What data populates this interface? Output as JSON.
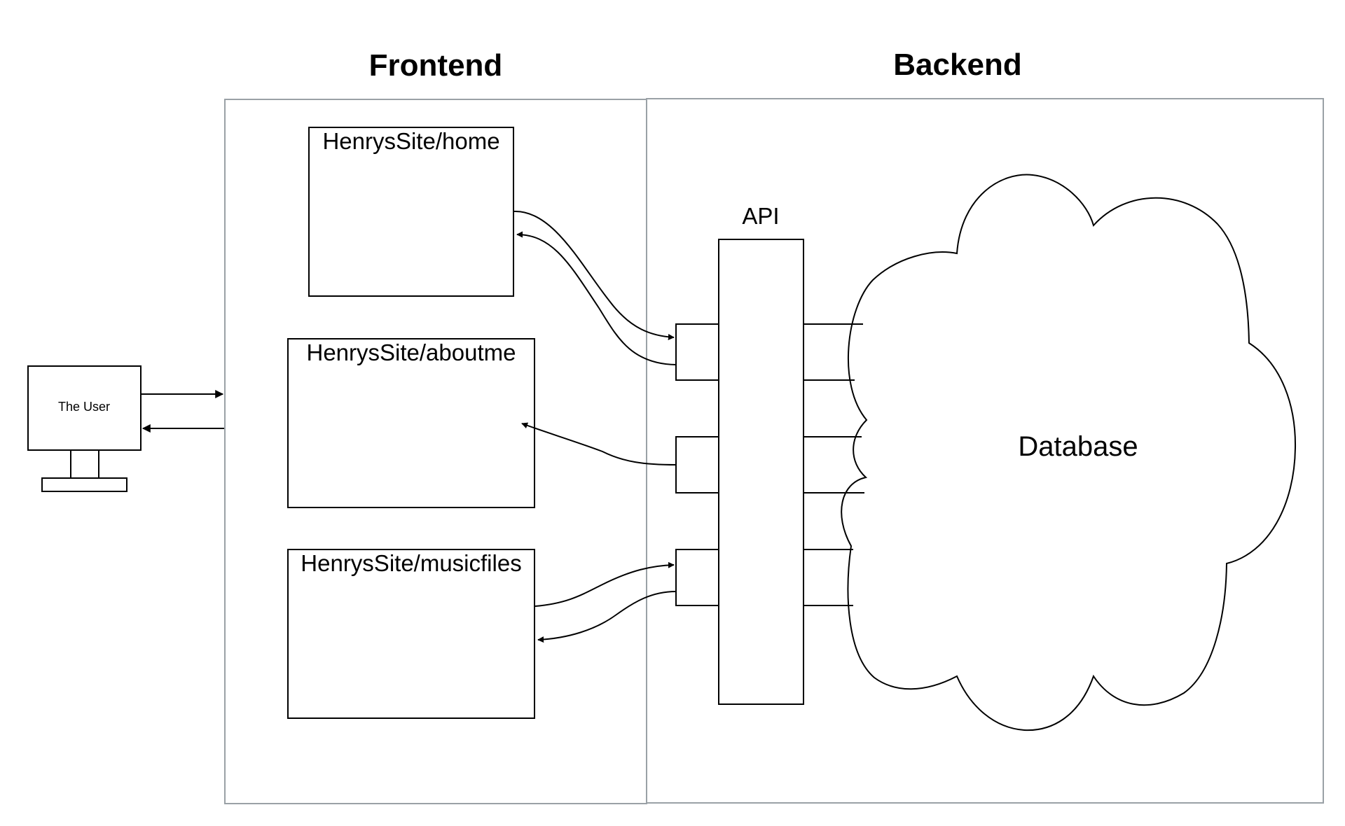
{
  "sections": {
    "frontend": "Frontend",
    "backend": "Backend"
  },
  "user": {
    "label": "The User"
  },
  "pages": [
    {
      "label": "HenrysSite/home"
    },
    {
      "label": "HenrysSite/aboutme"
    },
    {
      "label": "HenrysSite/musicfiles"
    }
  ],
  "api": {
    "label": "API"
  },
  "database": {
    "label": "Database"
  }
}
